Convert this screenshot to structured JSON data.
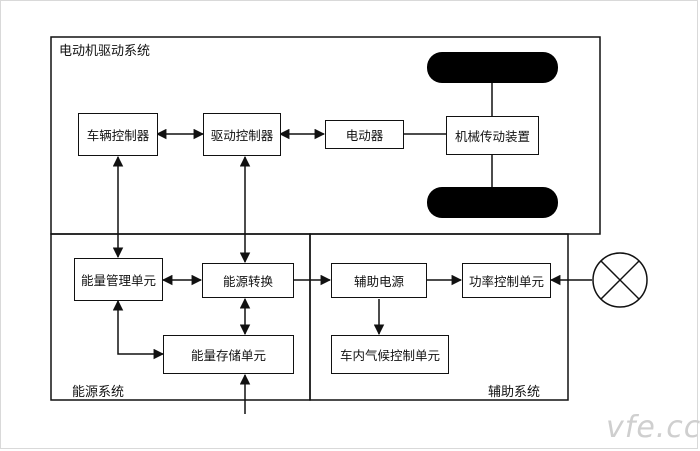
{
  "regions": {
    "motor_drive_system": "电动机驱动系统",
    "energy_system": "能源系统",
    "auxiliary_system": "辅助系统"
  },
  "blocks": {
    "vehicle_controller": "车辆控制器",
    "drive_controller": "驱动控制器",
    "motor": "电动器",
    "mechanical_transmission": "机械传动装置",
    "energy_management_unit": "能量管理单元",
    "energy_conversion": "能源转换",
    "energy_storage_unit": "能量存储单元",
    "auxiliary_power": "辅助电源",
    "power_control_unit": "功率控制单元",
    "climate_control_unit": "车内气候控制单元"
  },
  "watermark": "vfe.cc"
}
